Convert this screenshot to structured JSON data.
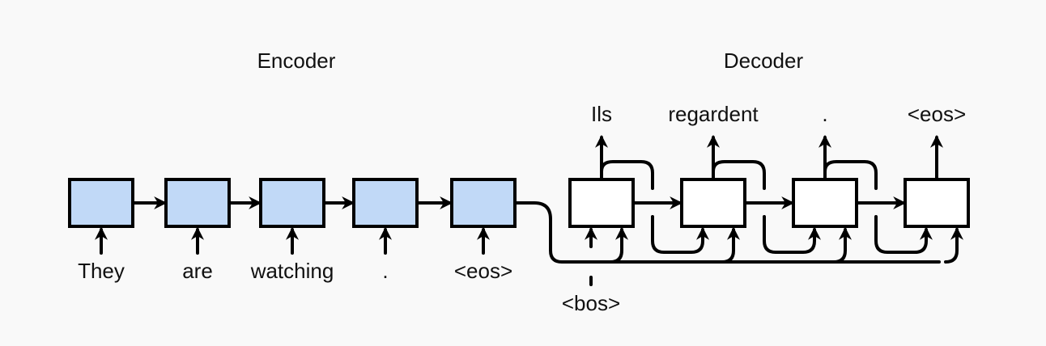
{
  "encoder": {
    "title": "Encoder",
    "inputs": [
      "They",
      "are",
      "watching",
      ".",
      "<eos>"
    ],
    "cell_color": "#c1d9f7"
  },
  "decoder": {
    "title": "Decoder",
    "start_token": "<bos>",
    "outputs": [
      "Ils",
      "regardent",
      ".",
      "<eos>"
    ],
    "cell_color": "#ffffff"
  }
}
